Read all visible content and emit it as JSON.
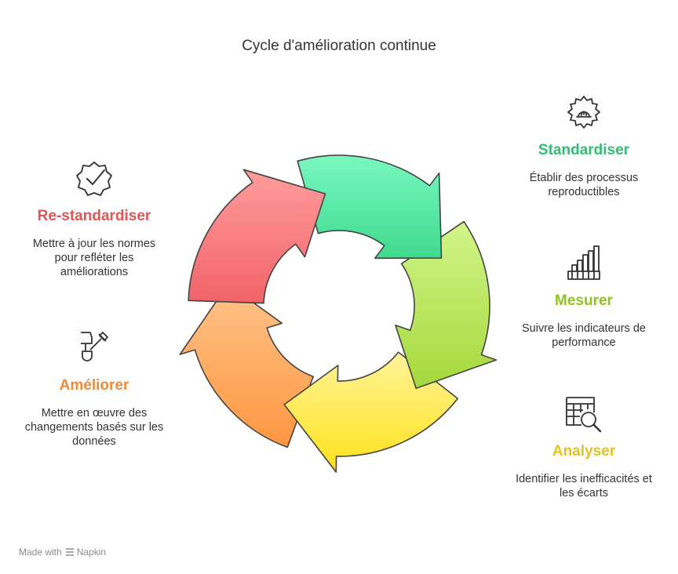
{
  "title": "Cycle d'amélioration continue",
  "steps": [
    {
      "heading": "Standardiser",
      "desc": "Établir des processus reproductibles",
      "color": "#2fbf71",
      "icon": "gear-hardhat-icon"
    },
    {
      "heading": "Mesurer",
      "desc": "Suivre les indicateurs de performance",
      "color": "#8dc41f",
      "icon": "bar-chart-icon"
    },
    {
      "heading": "Analyser",
      "desc": "Identifier les inefficacités et les écarts",
      "color": "#e6c31a",
      "icon": "table-magnifier-icon"
    },
    {
      "heading": "Améliorer",
      "desc": "Mettre en œuvre des changements basés sur les données",
      "color": "#ef8a37",
      "icon": "tools-icon"
    },
    {
      "heading": "Re-standardiser",
      "desc": "Mettre à jour les normes pour refléter les améliorations",
      "color": "#e35555",
      "icon": "badge-check-icon"
    }
  ],
  "footer": {
    "made_with": "Made with",
    "brand": "Napkin"
  }
}
